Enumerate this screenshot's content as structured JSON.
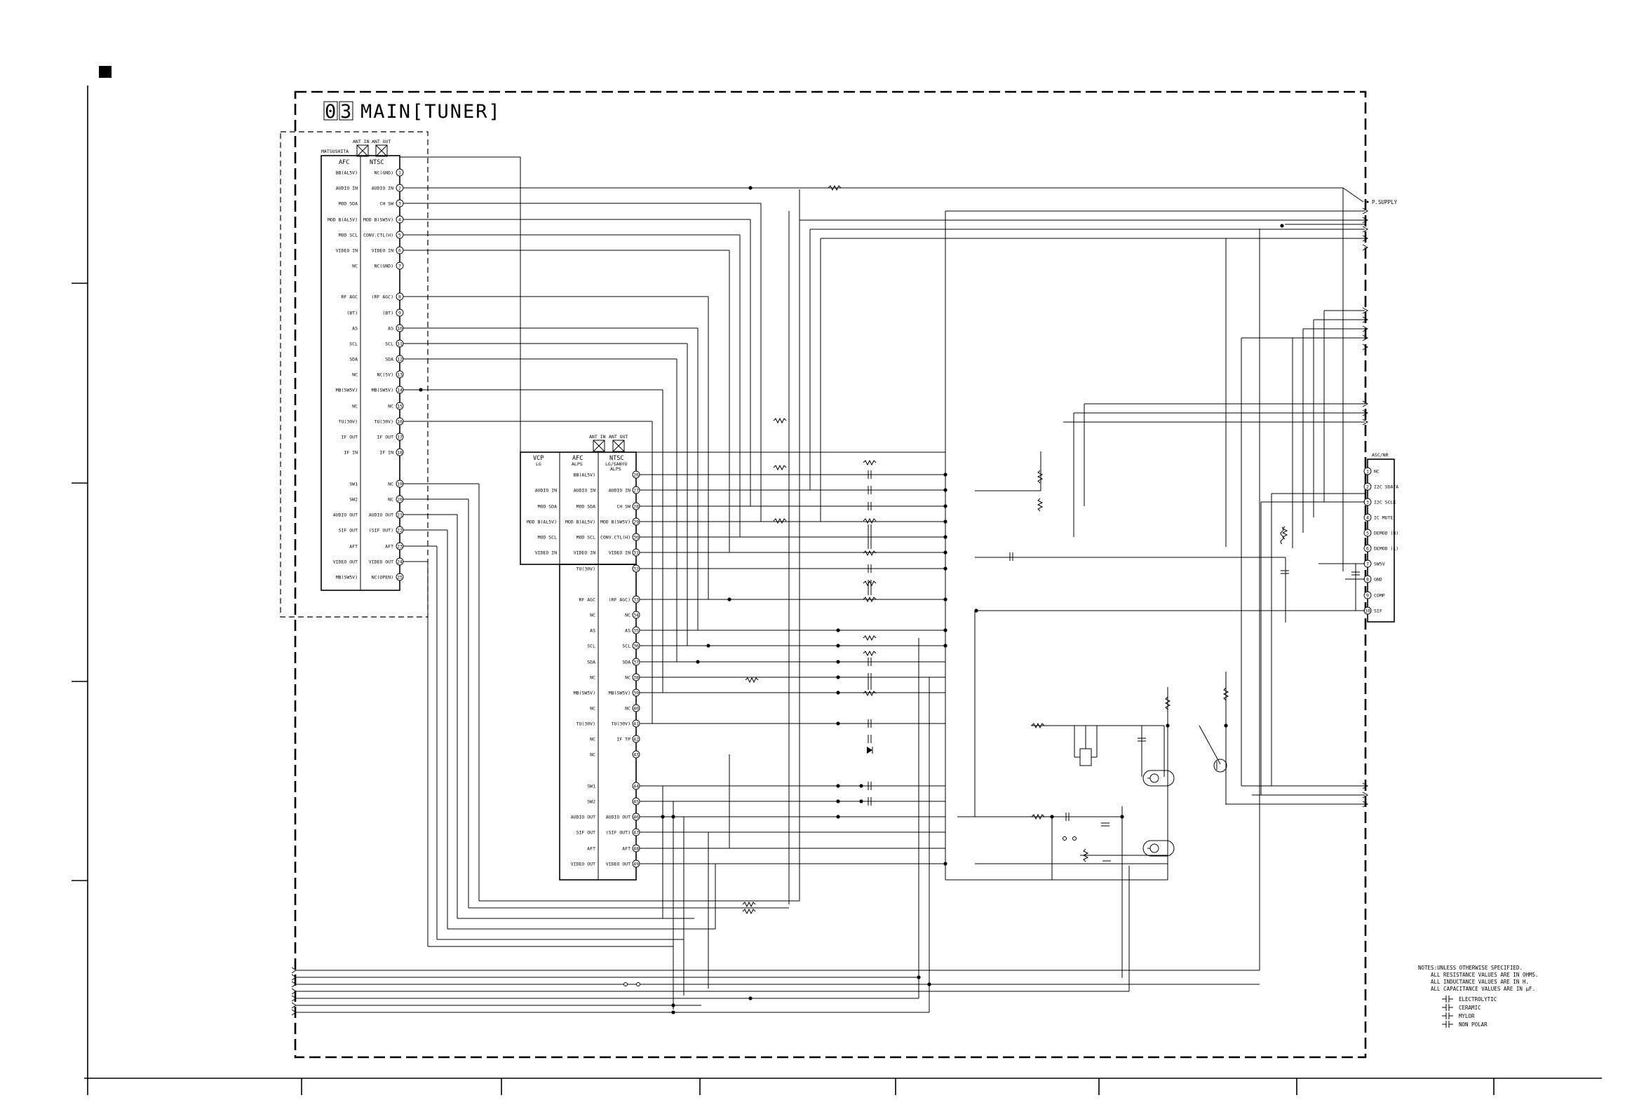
{
  "sheet": {
    "title_digits": [
      "0",
      "3"
    ],
    "title_text": "MAIN[TUNER]"
  },
  "tuner1": {
    "maker": "MATSUSHITA",
    "ant_in": "ANT IN",
    "ant_out": "ANT OUT",
    "col_left": "AFC",
    "col_right": "NTSC",
    "pins": [
      {
        "n": "1",
        "left": "BB(AL5V)",
        "right": "NC(GND)"
      },
      {
        "n": "2",
        "left": "AUDIO IN",
        "right": "AUDIO IN"
      },
      {
        "n": "3",
        "left": "MOD SDA",
        "right": "CH SW"
      },
      {
        "n": "4",
        "left": "MOD B(AL5V)",
        "right": "MOD B(SW5V)"
      },
      {
        "n": "5",
        "left": "MOD SCL",
        "right": "CONV.CTL(H)"
      },
      {
        "n": "6",
        "left": "VIDEO IN",
        "right": "VIDEO IN"
      },
      {
        "n": "7",
        "left": "NC",
        "right": "NC(GND)"
      },
      {
        "n": "8",
        "left": "RF AGC",
        "right": "(RF AGC)"
      },
      {
        "n": "9",
        "left": "(BT)",
        "right": "(BT)"
      },
      {
        "n": "10",
        "left": "AS",
        "right": "AS"
      },
      {
        "n": "11",
        "left": "SCL",
        "right": "SCL"
      },
      {
        "n": "12",
        "left": "SDA",
        "right": "SDA"
      },
      {
        "n": "13",
        "left": "NC",
        "right": "NC(5V)"
      },
      {
        "n": "14",
        "left": "MB(SW5V)",
        "right": "MB(SW5V)"
      },
      {
        "n": "15",
        "left": "NC",
        "right": "NC"
      },
      {
        "n": "16",
        "left": "TU(30V)",
        "right": "TU(30V)"
      },
      {
        "n": "17",
        "left": "IF OUT",
        "right": "IF OUT"
      },
      {
        "n": "18",
        "left": "IF IN",
        "right": "IF IN"
      },
      {
        "n": "19",
        "left": "SW1",
        "right": "NC"
      },
      {
        "n": "20",
        "left": "SW2",
        "right": "NC"
      },
      {
        "n": "21",
        "left": "AUDIO OUT",
        "right": "AUDIO OUT"
      },
      {
        "n": "22",
        "left": "SIF OUT",
        "right": "(SIF OUT)"
      },
      {
        "n": "23",
        "left": "AFT",
        "right": "AFT"
      },
      {
        "n": "24",
        "left": "VIDEO OUT",
        "right": "VIDEO OUT"
      },
      {
        "n": "25",
        "left": "MB(SW5V)",
        "right": "NC(OPEN)"
      }
    ]
  },
  "tuner2": {
    "ant_in": "ANT IN",
    "ant_out": "ANT OUT",
    "col_a": "VCP",
    "col_a_sub": "LG",
    "col_b": "AFC",
    "col_b_sub": "ALPS",
    "col_c": "NTSC",
    "col_c_sub1": "LG/SANYO",
    "col_c_sub2": "ALPS",
    "pins": [
      {
        "n": "26",
        "a": "",
        "b": "BB(AL5V)",
        "c": ""
      },
      {
        "n": "27",
        "a": "AUDIO IN",
        "b": "AUDIO IN",
        "c": "AUDIO IN"
      },
      {
        "n": "28",
        "a": "MOD SDA",
        "b": "MOD SDA",
        "c": "CH SW"
      },
      {
        "n": "29",
        "a": "MOD B(AL5V)",
        "b": "MOD B(AL5V)",
        "c": "MOD B(SW5V)"
      },
      {
        "n": "30",
        "a": "MOD SCL",
        "b": "MOD SCL",
        "c": "CONV.CTL(H)"
      },
      {
        "n": "31",
        "a": "VIDEO IN",
        "b": "VIDEO IN",
        "c": "VIDEO IN"
      },
      {
        "n": "32",
        "a": "",
        "b": "TU(30V)",
        "c": ""
      },
      {
        "n": "33",
        "a": "",
        "b": "RF AGC",
        "c": "(RF AGC)"
      },
      {
        "n": "34",
        "a": "",
        "b": "NC",
        "c": "NC"
      },
      {
        "n": "35",
        "a": "",
        "b": "AS",
        "c": "AS"
      },
      {
        "n": "36",
        "a": "",
        "b": "SCL",
        "c": "SCL"
      },
      {
        "n": "37",
        "a": "",
        "b": "SDA",
        "c": "SDA"
      },
      {
        "n": "38",
        "a": "",
        "b": "NC",
        "c": "NC"
      },
      {
        "n": "39",
        "a": "",
        "b": "MB(SW5V)",
        "c": "MB(SW5V)"
      },
      {
        "n": "40",
        "a": "",
        "b": "NC",
        "c": "NC"
      },
      {
        "n": "41",
        "a": "",
        "b": "TU(30V)",
        "c": "TU(30V)"
      },
      {
        "n": "42",
        "a": "",
        "b": "NC",
        "c": "IF TP"
      },
      {
        "n": "43",
        "a": "",
        "b": "NC",
        "c": ""
      },
      {
        "n": "44",
        "a": "",
        "b": "SW1",
        "c": ""
      },
      {
        "n": "45",
        "a": "",
        "b": "SW2",
        "c": ""
      },
      {
        "n": "46",
        "a": "",
        "b": "AUDIO OUT",
        "c": "AUDIO OUT"
      },
      {
        "n": "47",
        "a": "",
        "b": "SIF OUT",
        "c": "(SIF OUT)"
      },
      {
        "n": "48",
        "a": "",
        "b": "AFT",
        "c": "AFT"
      },
      {
        "n": "49",
        "a": "",
        "b": "VIDEO OUT",
        "c": "VIDEO OUT"
      }
    ]
  },
  "connector": {
    "title": "ASC/NR",
    "pins": [
      {
        "n": "1",
        "label": "NC"
      },
      {
        "n": "2",
        "label": "I2C SDATA"
      },
      {
        "n": "3",
        "label": "I2C SCLK"
      },
      {
        "n": "4",
        "label": "IC MUTE"
      },
      {
        "n": "5",
        "label": "DEMOD (R)"
      },
      {
        "n": "6",
        "label": "DEMOD (L)"
      },
      {
        "n": "7",
        "label": "SW5V"
      },
      {
        "n": "8",
        "label": "GND"
      },
      {
        "n": "9",
        "label": "COMP"
      },
      {
        "n": "10",
        "label": "SIF"
      }
    ]
  },
  "supply_label": "P.SUPPLY",
  "notes": {
    "lines": [
      "NOTES:UNLESS OTHERWISE SPECIFIED.",
      "ALL RESISTANCE VALUES ARE IN OHMS.",
      "ALL INDUCTANCE VALUES ARE IN H.",
      "ALL CAPACITANCE VALUES ARE IN µF."
    ],
    "legend": [
      "ELECTROLYTIC",
      "CERAMIC",
      "MYLOR",
      "NON POLAR"
    ]
  }
}
